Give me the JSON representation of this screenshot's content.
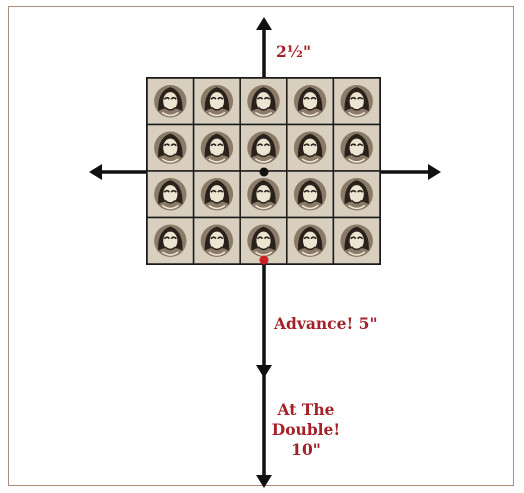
{
  "labels": {
    "unit_size": "2½\"",
    "advance": "Advance! 5\"",
    "double_time": "At The Double! 10\""
  },
  "unit": {
    "rows": 4,
    "columns": 5,
    "figure_icon": "hooded-figure-icon"
  },
  "colors": {
    "label": "#a3222a",
    "arrow": "#111111",
    "base": "#d8cfbf",
    "center_dot": "#111111",
    "front_dot": "#cc1f1f",
    "frame": "#b08a7c"
  }
}
